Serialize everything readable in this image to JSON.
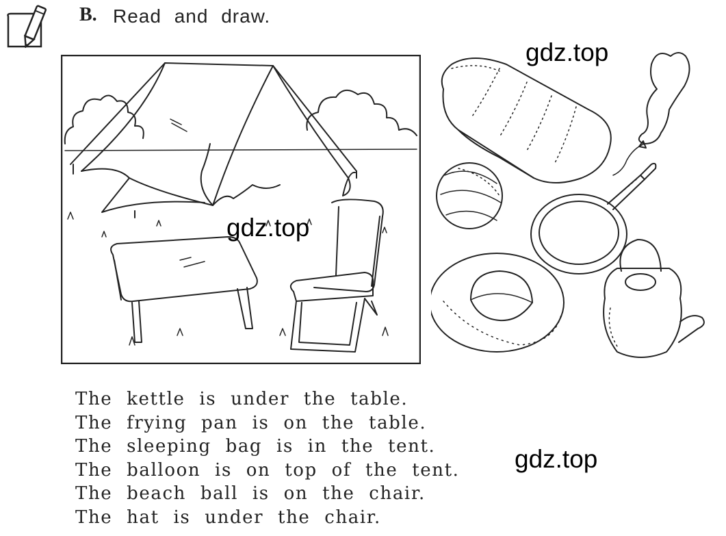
{
  "header": {
    "letter": "B.",
    "title": "Read and draw."
  },
  "watermarks": [
    "gdz.top",
    "gdz.top",
    "gdz.top"
  ],
  "sentences": [
    "The kettle is under the table.",
    "The frying pan is on the table.",
    "The sleeping bag is in the tent.",
    "The balloon is on top of the tent.",
    "The beach ball is on the chair.",
    "The hat is under the chair."
  ],
  "icons": {
    "task": "pencil-icon",
    "scene": [
      "tent-illustration",
      "table-illustration",
      "chair-illustration"
    ],
    "objects": [
      "sleeping-bag-illustration",
      "balloon-illustration",
      "beach-ball-illustration",
      "frying-pan-illustration",
      "hat-illustration",
      "kettle-illustration"
    ]
  },
  "colors": {
    "ink": "#222222",
    "background": "#ffffff"
  }
}
